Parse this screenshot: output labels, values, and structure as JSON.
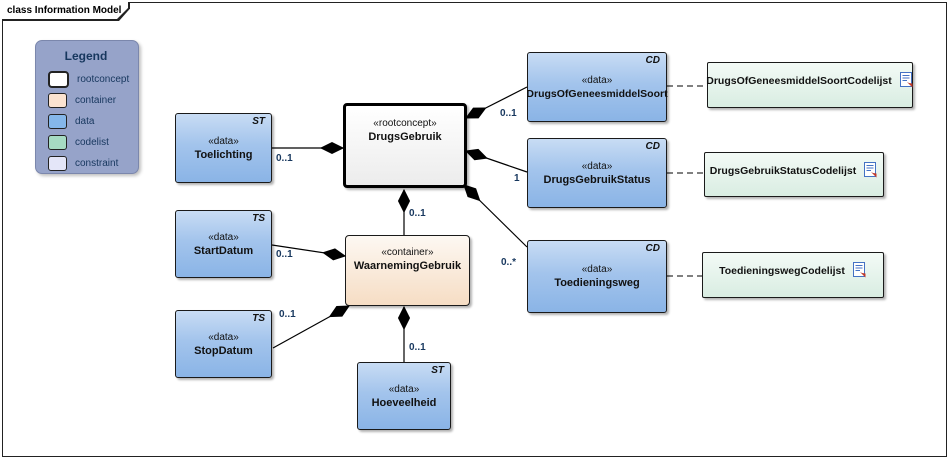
{
  "frame": {
    "title": "class Information Model"
  },
  "legend": {
    "title": "Legend",
    "items": [
      {
        "label": "rootconcept",
        "color": "#ffffff"
      },
      {
        "label": "container",
        "color": "#fbe3d0"
      },
      {
        "label": "data",
        "color": "#85b7ea"
      },
      {
        "label": "codelist",
        "color": "#a6dbc3"
      },
      {
        "label": "constraint",
        "color": "#e4e6f8"
      }
    ]
  },
  "nodes": {
    "drugsgebruik": {
      "stereotype": "«rootconcept»",
      "name": "DrugsGebruik"
    },
    "waarneminggebruik": {
      "stereotype": "«container»",
      "name": "WaarnemingGebruik"
    },
    "toelichting": {
      "stereotype": "«data»",
      "name": "Toelichting",
      "tag": "ST"
    },
    "startdatum": {
      "stereotype": "«data»",
      "name": "StartDatum",
      "tag": "TS"
    },
    "stopdatum": {
      "stereotype": "«data»",
      "name": "StopDatum",
      "tag": "TS"
    },
    "hoeveelheid": {
      "stereotype": "«data»",
      "name": "Hoeveelheid",
      "tag": "ST"
    },
    "drugsofgeneesmiddelsoort": {
      "stereotype": "«data»",
      "name": "DrugsOfGeneesmiddelSoort",
      "tag": "CD"
    },
    "drugsgebruikstatus": {
      "stereotype": "«data»",
      "name": "DrugsGebruikStatus",
      "tag": "CD"
    },
    "toedieningsweg": {
      "stereotype": "«data»",
      "name": "Toedieningsweg",
      "tag": "CD"
    }
  },
  "codelists": {
    "drugsofgeneesmiddelsoort": {
      "name": "DrugsOfGeneesmiddelSoortCodelijst"
    },
    "drugsgebruikstatus": {
      "name": "DrugsGebruikStatusCodelijst"
    },
    "toedieningsweg": {
      "name": "ToedieningswegCodelijst"
    }
  },
  "multiplicities": {
    "toelichting": "0..1",
    "waarneminggebruik": "0..1",
    "startdatum": "0..1",
    "stopdatum": "0..1",
    "hoeveelheid": "0..1",
    "drugsofgeneesmiddelsoort": "0..1",
    "drugsgebruikstatus": "1",
    "toedieningsweg": "0..*"
  }
}
